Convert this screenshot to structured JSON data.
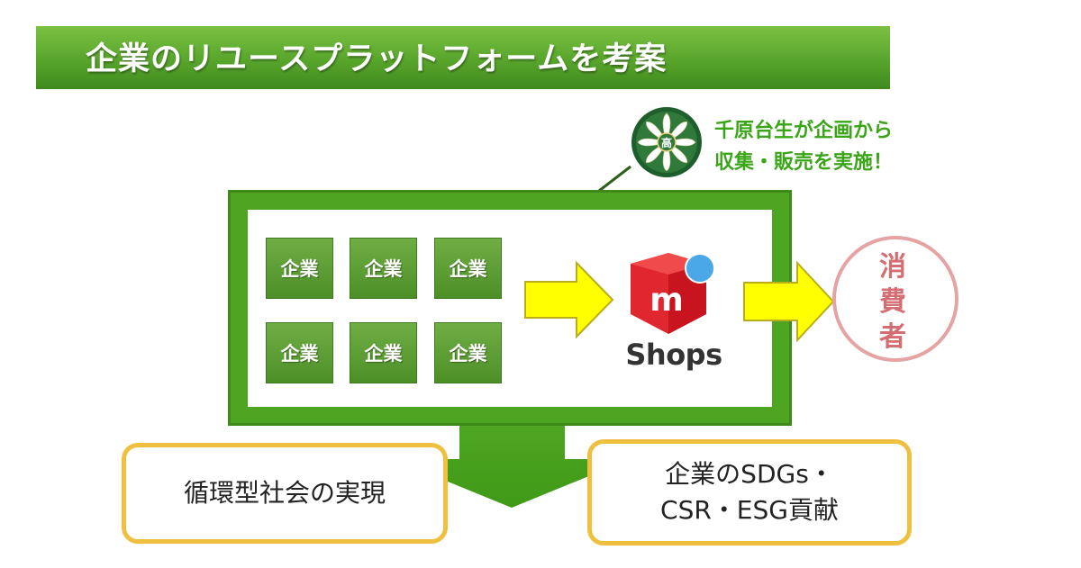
{
  "header": {
    "title": "企業のリユースプラットフォームを考案"
  },
  "callout": {
    "line1": "千原台生が企画から",
    "line2": "収集・販売を実施！",
    "emblem_char": "高"
  },
  "companies": [
    "企業",
    "企業",
    "企業",
    "企業",
    "企業",
    "企業"
  ],
  "platform": {
    "label": "Shops",
    "logo_letter": "m"
  },
  "consumer": {
    "chars": [
      "消",
      "費",
      "者"
    ]
  },
  "outcomes": {
    "left": "循環型社会の実現",
    "right_line1": "企業のSDGs・",
    "right_line2": "CSR・ESG貢献"
  },
  "colors": {
    "green": "#4ea521",
    "yellow_arrow": "#ffff00",
    "logo_red": "#e0262e",
    "logo_blue": "#4aa8e8",
    "box_border": "#efc040",
    "consumer_pink": "#d46e73"
  }
}
